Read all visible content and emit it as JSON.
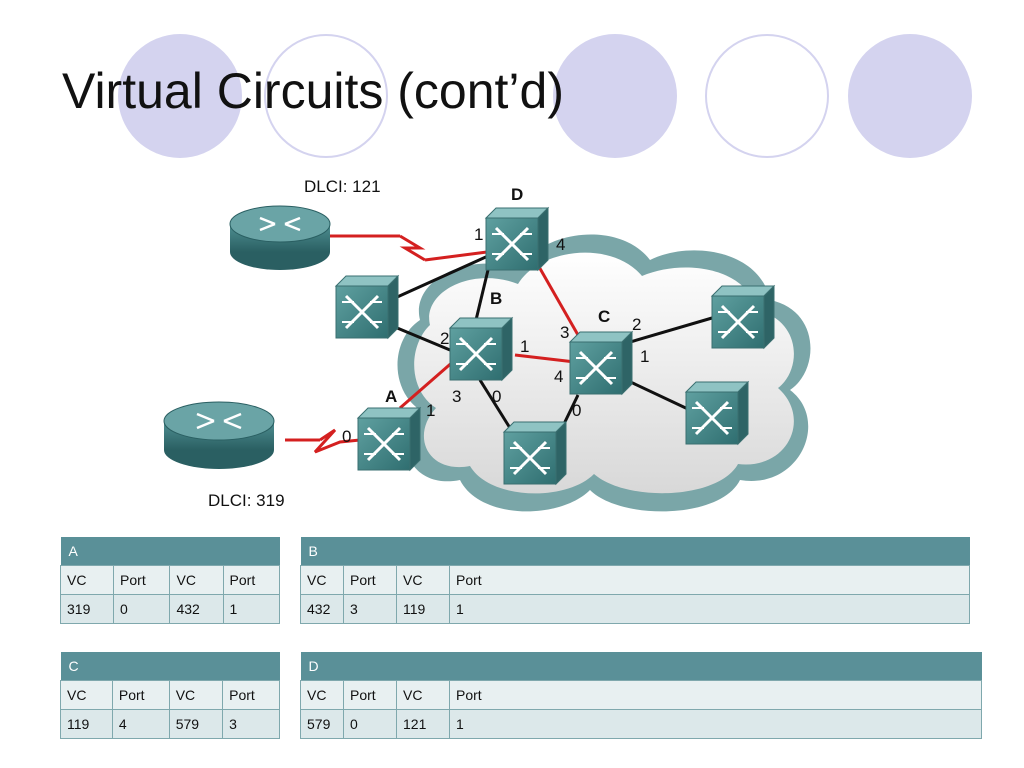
{
  "slide": {
    "title": "Virtual Circuits (cont’d)"
  },
  "diagram": {
    "dlci_top": "DLCI: 121",
    "dlci_bottom": "DLCI: 319",
    "switch_labels": {
      "A": "A",
      "B": "B",
      "C": "C",
      "D": "D"
    },
    "port_labels": {
      "d1": "1",
      "d4": "4",
      "b2": "2",
      "b1": "1",
      "b3": "3",
      "b0": "0",
      "c3": "3",
      "c2": "2",
      "c1": "1",
      "c4": "4",
      "c0": "0",
      "a0": "0",
      "a1": "1"
    }
  },
  "tables": {
    "A": {
      "name": "A",
      "headers": [
        "VC",
        "Port",
        "VC",
        "Port"
      ],
      "row": [
        "319",
        "0",
        "432",
        "1"
      ]
    },
    "B": {
      "name": "B",
      "headers": [
        "VC",
        "Port",
        "VC",
        "Port"
      ],
      "row": [
        "432",
        "3",
        "119",
        "1"
      ]
    },
    "C": {
      "name": "C",
      "headers": [
        "VC",
        "Port",
        "VC",
        "Port"
      ],
      "row": [
        "119",
        "4",
        "579",
        "3"
      ]
    },
    "D": {
      "name": "D",
      "headers": [
        "VC",
        "Port",
        "VC",
        "Port"
      ],
      "row": [
        "579",
        "0",
        "121",
        "1"
      ]
    }
  },
  "colors": {
    "decor": "#d4d3ef",
    "table_header": "#5a9098",
    "red_link": "#d42020",
    "switch": "#4a8a8a"
  }
}
